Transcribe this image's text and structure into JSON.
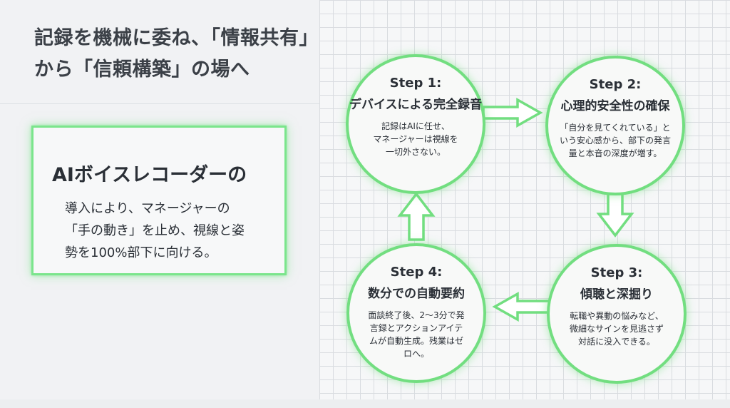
{
  "title": {
    "line1": "記録を機械に委ね、「情報共有」",
    "line2": "から「信頼構築」の場へ"
  },
  "card": {
    "heading": "AIボイスレコーダーの",
    "lines": [
      "導入により、マネージャーの",
      "「手の動き」を止め、視線と姿",
      "勢を100%部下に向ける。"
    ]
  },
  "steps": [
    {
      "label": "Step 1:",
      "title": "デバイスによる完全録音",
      "desc": [
        "記録はAIに任せ、",
        "マネージャーは視線を",
        "一切外さない。"
      ]
    },
    {
      "label": "Step 2:",
      "title": "心理的安全性の確保",
      "desc": [
        "「自分を見てくれている」と",
        "いう安心感から、部下の発言",
        "量と本音の深度が増す。"
      ]
    },
    {
      "label": "Step 3:",
      "title": "傾聴と深掘り",
      "desc": [
        "転職や異動の悩みなど、",
        "微細なサインを見逃さず",
        "対話に没入できる。"
      ]
    },
    {
      "label": "Step 4:",
      "title": "数分での自動要約",
      "desc": [
        "面談終了後、2〜3分で発",
        "言録とアクションアイテ",
        "ムが自動生成。残業はゼ",
        "ロへ。"
      ]
    }
  ],
  "colors": {
    "accent": "#72de80",
    "text": "#2a2f36"
  }
}
